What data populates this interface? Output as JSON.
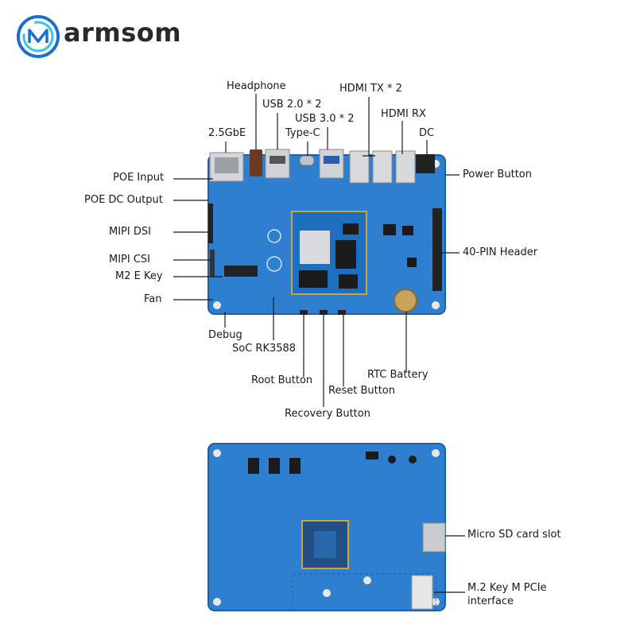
{
  "brand": {
    "name": "armsom",
    "colors": {
      "logo_ring_1": "#1b6fd1",
      "logo_ring_2": "#34c6e8",
      "text": "#2a2a2a"
    }
  },
  "colors": {
    "pcb_blue": "#2f7fd0",
    "pcb_dark": "#1f5fa6",
    "silver": "#c9ccd1",
    "leader_line": "#1a1a1a"
  },
  "front_labels": {
    "headphone": "Headphone",
    "hdmi_tx": "HDMI TX * 2",
    "usb20": "USB 2.0 * 2",
    "hdmi_rx": "HDMI RX",
    "usb30": "USB 3.0 * 2",
    "gbe": "2.5GbE",
    "typec": "Type-C",
    "dc": "DC",
    "poe_input": "POE Input",
    "power_button": "Power Button",
    "poe_dc_output": "POE DC Output",
    "mipi_dsi": "MIPI DSI",
    "pin_header": "40-PIN Header",
    "mipi_csi": "MIPI CSI",
    "m2_e_key": "M2 E Key",
    "fan": "Fan",
    "debug": "Debug",
    "soc": "SoC RK3588",
    "rtc_battery": "RTC Battery",
    "root_button": "Root Button",
    "reset_button": "Reset Button",
    "recovery_button": "Recovery Button"
  },
  "back_labels": {
    "microsd": "Micro SD card slot",
    "m2_key_m_line1": "M.2 Key M PCIe",
    "m2_key_m_line2": "interface"
  }
}
